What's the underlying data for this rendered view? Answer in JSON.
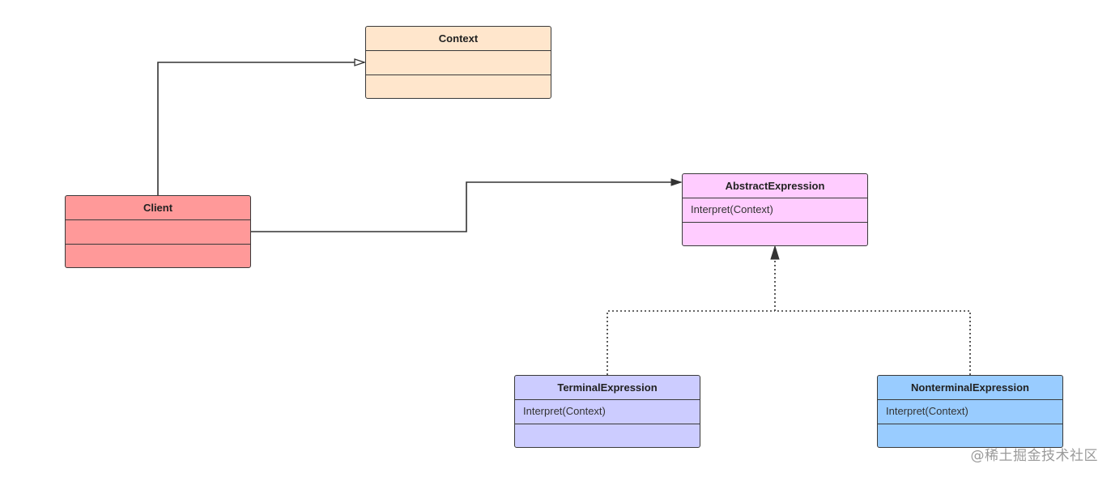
{
  "diagram": {
    "classes": {
      "context": {
        "name": "Context",
        "attribute": "",
        "color": "#ffe6cc"
      },
      "client": {
        "name": "Client",
        "attribute": "",
        "color": "#ff9999"
      },
      "abstract_expression": {
        "name": "AbstractExpression",
        "attribute": "Interpret(Context)",
        "color": "#ffccff"
      },
      "terminal_expression": {
        "name": "TerminalExpression",
        "attribute": "Interpret(Context)",
        "color": "#ccccff"
      },
      "nonterminal_expression": {
        "name": "NonterminalExpression",
        "attribute": "Interpret(Context)",
        "color": "#99ccff"
      }
    },
    "relationships": [
      {
        "from": "Client",
        "to": "Context",
        "type": "association"
      },
      {
        "from": "Client",
        "to": "AbstractExpression",
        "type": "association"
      },
      {
        "from": "TerminalExpression",
        "to": "AbstractExpression",
        "type": "realization"
      },
      {
        "from": "NonterminalExpression",
        "to": "AbstractExpression",
        "type": "realization"
      }
    ]
  },
  "watermark": "@稀土掘金技术社区"
}
